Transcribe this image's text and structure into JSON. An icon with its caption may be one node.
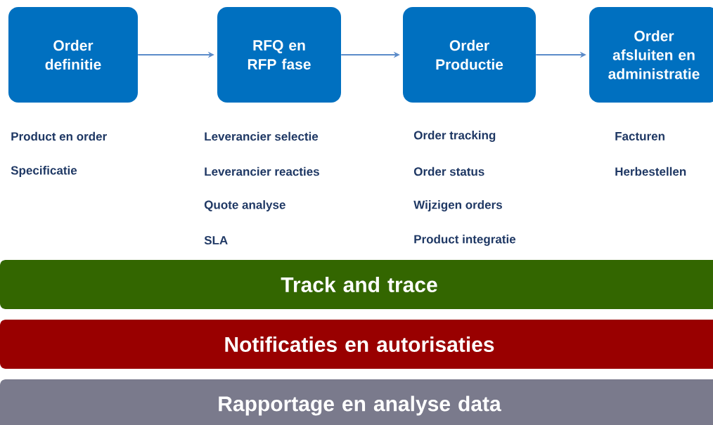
{
  "diagram": {
    "nodes": [
      {
        "text": [
          "Order definitie"
        ],
        "beside": [
          "Product en order",
          "Specificatie"
        ]
      },
      {
        "text": [
          "RFQ en RFP fase"
        ],
        "beside": [
          "Leverancier selectie",
          "Leverancier reacties",
          "Quote analyse",
          "SLA"
        ]
      },
      {
        "text": [
          "Order Productie"
        ],
        "beside": [
          "Order tracking",
          "Order status",
          "Wijzigen orders",
          "Product integratie"
        ]
      },
      {
        "text": [
          "Order afsluiten en administratie"
        ],
        "beside": [
          "Facturen",
          "Herbestellen"
        ]
      },
      {
        "text": [
          "Track and trace"
        ]
      },
      {
        "text": [
          "Notificaties en autorisaties"
        ]
      },
      {
        "text": [
          "Rapportage en analyse data"
        ]
      }
    ],
    "edges": [
      {
        "from": 0,
        "to": 1,
        "arrow": "to"
      },
      {
        "from": 1,
        "to": 2,
        "arrow": "to"
      },
      {
        "from": 2,
        "to": 3,
        "arrow": "to"
      }
    ]
  }
}
